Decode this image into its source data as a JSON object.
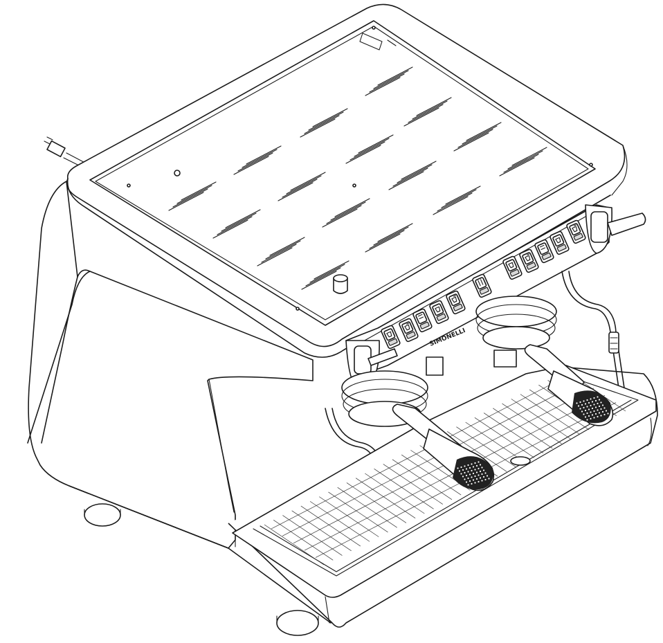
{
  "figure": {
    "subject": "espresso-machine",
    "brand_logo_text": "SIMONELLI",
    "colors": {
      "line": "#1a1a1a",
      "background": "#ffffff",
      "knob": "#222222"
    },
    "control_panels": [
      {
        "side": "left",
        "buttons": [
          "cup-icon",
          "double-cup-icon",
          "manual-icon",
          "cup-icon",
          "double-cup-icon"
        ]
      },
      {
        "side": "center",
        "buttons": [
          "hot-water-icon"
        ]
      },
      {
        "side": "right",
        "buttons": [
          "cup-icon",
          "double-cup-icon",
          "manual-icon",
          "cup-icon",
          "double-cup-icon"
        ]
      }
    ]
  }
}
